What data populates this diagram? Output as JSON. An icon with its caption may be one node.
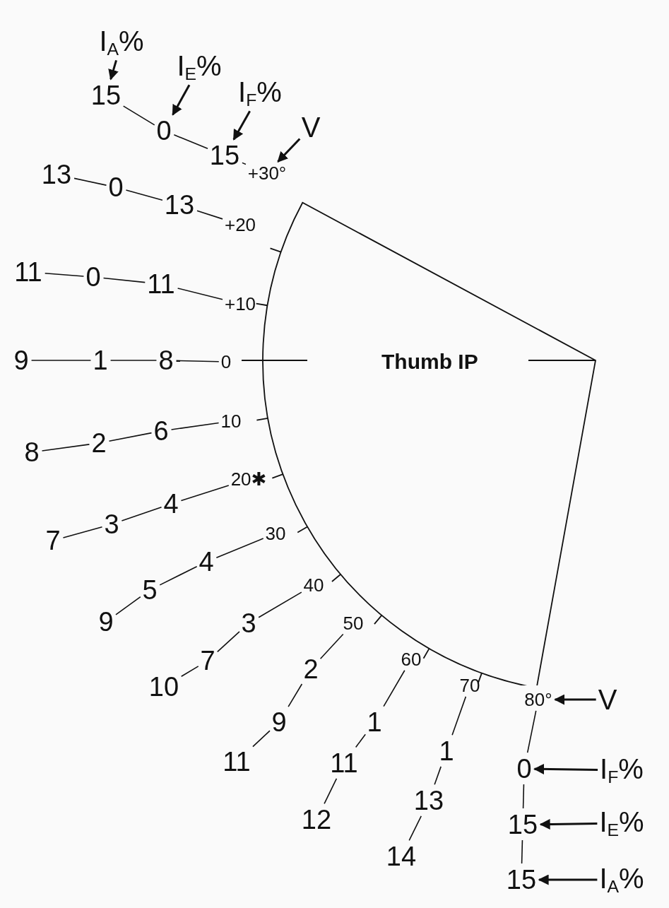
{
  "diagram": {
    "nodes": [
      {
        "text": [
          "Thumb IP"
        ]
      },
      {
        "text": [
          "I$_{A}$%"
        ]
      },
      {
        "text": [
          "I$_{E}$%"
        ]
      },
      {
        "text": [
          "I$_{F}$%"
        ]
      },
      {
        "text": [
          "V"
        ]
      },
      {
        "text": [
          "+30°"
        ]
      },
      {
        "text": [
          "15"
        ]
      },
      {
        "text": [
          "0"
        ]
      },
      {
        "text": [
          "15"
        ]
      },
      {
        "text": [
          "+20"
        ]
      },
      {
        "text": [
          "13"
        ]
      },
      {
        "text": [
          "0"
        ]
      },
      {
        "text": [
          "13"
        ]
      },
      {
        "text": [
          "+10"
        ]
      },
      {
        "text": [
          "11"
        ]
      },
      {
        "text": [
          "0"
        ]
      },
      {
        "text": [
          "11"
        ]
      },
      {
        "text": [
          "0"
        ]
      },
      {
        "text": [
          "8"
        ]
      },
      {
        "text": [
          "1"
        ]
      },
      {
        "text": [
          "9"
        ]
      },
      {
        "text": [
          "10"
        ]
      },
      {
        "text": [
          "6"
        ]
      },
      {
        "text": [
          "2"
        ]
      },
      {
        "text": [
          "8"
        ]
      },
      {
        "text": [
          "20✱"
        ]
      },
      {
        "text": [
          "4"
        ]
      },
      {
        "text": [
          "3"
        ]
      },
      {
        "text": [
          "7"
        ]
      },
      {
        "text": [
          "30"
        ]
      },
      {
        "text": [
          "4"
        ]
      },
      {
        "text": [
          "5"
        ]
      },
      {
        "text": [
          "9"
        ]
      },
      {
        "text": [
          "40"
        ]
      },
      {
        "text": [
          "3"
        ]
      },
      {
        "text": [
          "7"
        ]
      },
      {
        "text": [
          "10"
        ]
      },
      {
        "text": [
          "50"
        ]
      },
      {
        "text": [
          "2"
        ]
      },
      {
        "text": [
          "9"
        ]
      },
      {
        "text": [
          "11"
        ]
      },
      {
        "text": [
          "60"
        ]
      },
      {
        "text": [
          "1"
        ]
      },
      {
        "text": [
          "11"
        ]
      },
      {
        "text": [
          "12"
        ]
      },
      {
        "text": [
          "70"
        ]
      },
      {
        "text": [
          "1"
        ]
      },
      {
        "text": [
          "13"
        ]
      },
      {
        "text": [
          "14"
        ]
      },
      {
        "text": [
          "80°"
        ]
      },
      {
        "text": [
          "0"
        ]
      },
      {
        "text": [
          "15"
        ]
      },
      {
        "text": [
          "15"
        ]
      },
      {
        "text": [
          "V"
        ]
      },
      {
        "text": [
          "I$_{F}$%"
        ]
      },
      {
        "text": [
          "I$_{E}$%"
        ]
      },
      {
        "text": [
          "I$_{A}$%"
        ]
      }
    ],
    "edges": [
      {
        "from": 5,
        "to": 6,
        "arrow": "none"
      },
      {
        "from": 6,
        "to": 7,
        "arrow": "none"
      },
      {
        "from": 7,
        "to": 8,
        "arrow": "none"
      },
      {
        "from": 9,
        "to": 10,
        "arrow": "none"
      },
      {
        "from": 10,
        "to": 11,
        "arrow": "none"
      },
      {
        "from": 11,
        "to": 12,
        "arrow": "none"
      },
      {
        "from": 13,
        "to": 14,
        "arrow": "none"
      },
      {
        "from": 14,
        "to": 15,
        "arrow": "none"
      },
      {
        "from": 15,
        "to": 16,
        "arrow": "none"
      },
      {
        "from": 17,
        "to": 18,
        "arrow": "none"
      },
      {
        "from": 18,
        "to": 19,
        "arrow": "none"
      },
      {
        "from": 19,
        "to": 20,
        "arrow": "none"
      },
      {
        "from": 21,
        "to": 22,
        "arrow": "none"
      },
      {
        "from": 22,
        "to": 23,
        "arrow": "none"
      },
      {
        "from": 23,
        "to": 24,
        "arrow": "none"
      },
      {
        "from": 25,
        "to": 26,
        "arrow": "none"
      },
      {
        "from": 26,
        "to": 27,
        "arrow": "none"
      },
      {
        "from": 27,
        "to": 28,
        "arrow": "none"
      },
      {
        "from": 29,
        "to": 30,
        "arrow": "none"
      },
      {
        "from": 30,
        "to": 31,
        "arrow": "none"
      },
      {
        "from": 31,
        "to": 32,
        "arrow": "none"
      },
      {
        "from": 33,
        "to": 34,
        "arrow": "none"
      },
      {
        "from": 34,
        "to": 35,
        "arrow": "none"
      },
      {
        "from": 35,
        "to": 36,
        "arrow": "none"
      },
      {
        "from": 37,
        "to": 38,
        "arrow": "none"
      },
      {
        "from": 38,
        "to": 39,
        "arrow": "none"
      },
      {
        "from": 39,
        "to": 40,
        "arrow": "none"
      },
      {
        "from": 41,
        "to": 42,
        "arrow": "none"
      },
      {
        "from": 42,
        "to": 43,
        "arrow": "none"
      },
      {
        "from": 43,
        "to": 44,
        "arrow": "none"
      },
      {
        "from": 45,
        "to": 46,
        "arrow": "none"
      },
      {
        "from": 46,
        "to": 47,
        "arrow": "none"
      },
      {
        "from": 47,
        "to": 48,
        "arrow": "none"
      },
      {
        "from": 49,
        "to": 50,
        "arrow": "none"
      },
      {
        "from": 50,
        "to": 51,
        "arrow": "none"
      },
      {
        "from": 51,
        "to": 52,
        "arrow": "none"
      },
      {
        "from": 1,
        "to": 8,
        "arrow": "to"
      },
      {
        "from": 2,
        "to": 7,
        "arrow": "to"
      },
      {
        "from": 3,
        "to": 6,
        "arrow": "to"
      },
      {
        "from": 4,
        "to": 5,
        "arrow": "to"
      },
      {
        "from": 53,
        "to": 49,
        "arrow": "to"
      },
      {
        "from": 54,
        "to": 50,
        "arrow": "to"
      },
      {
        "from": 55,
        "to": 51,
        "arrow": "to"
      },
      {
        "from": 56,
        "to": 52,
        "arrow": "to"
      }
    ]
  }
}
